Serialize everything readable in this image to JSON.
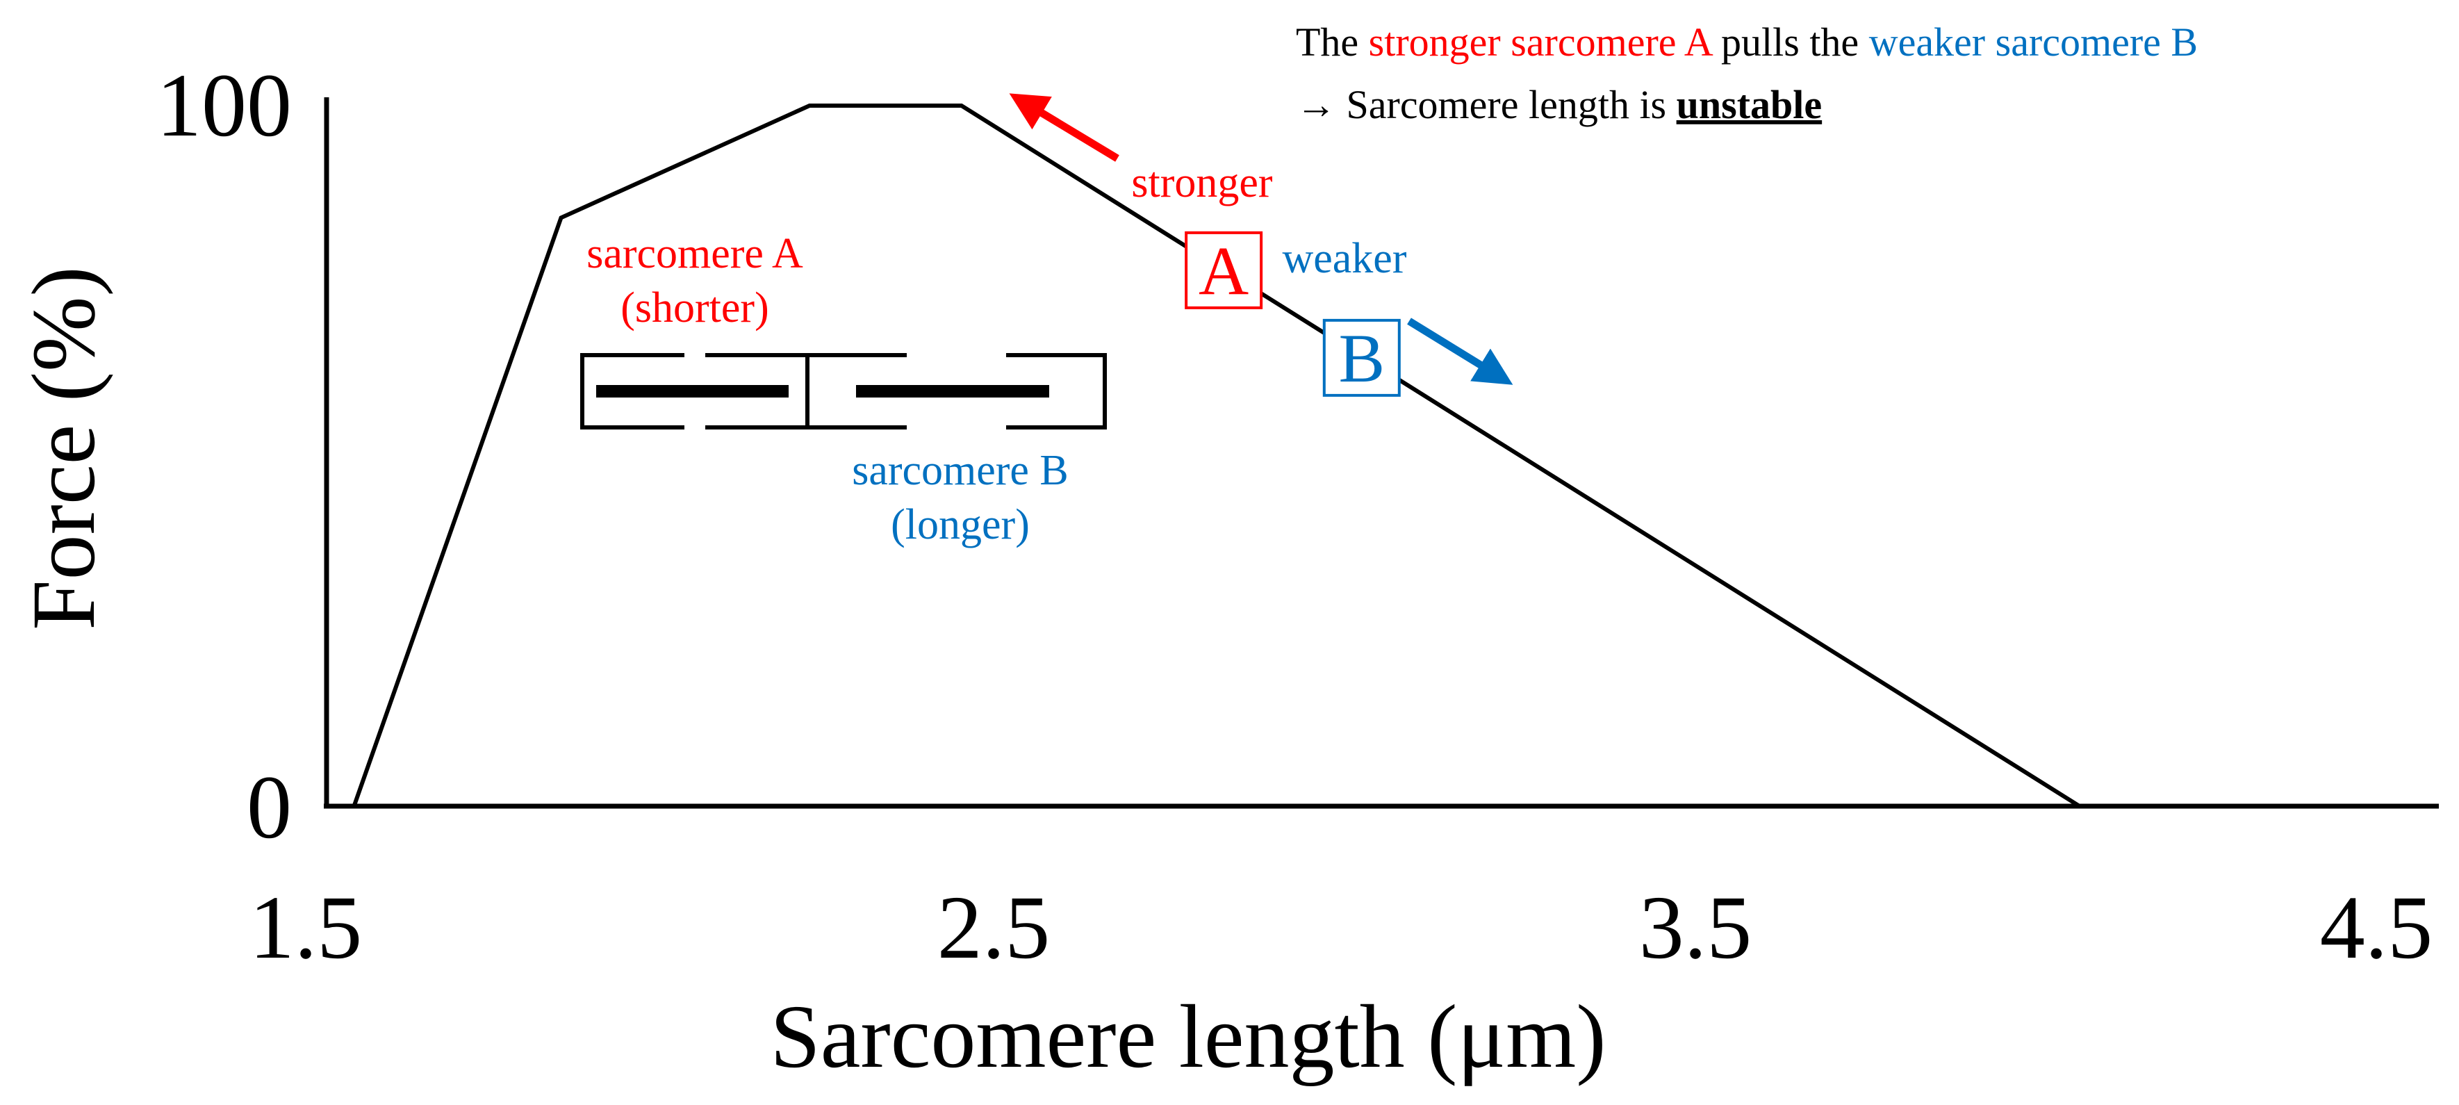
{
  "chart_data": {
    "type": "line",
    "title": "",
    "xlabel": "Sarcomere length (μm)",
    "ylabel": "Force (%)",
    "xlim": [
      1.5,
      4.5
    ],
    "ylim": [
      0,
      100
    ],
    "x_ticks": [
      "1.5",
      "2.5",
      "3.5",
      "4.5"
    ],
    "y_ticks": [
      "0",
      "100"
    ],
    "grid": false,
    "series": [
      {
        "x": [
          1.57,
          1.87,
          2.23,
          2.45,
          4.07
        ],
        "y": [
          0,
          84,
          100,
          100,
          0
        ]
      }
    ],
    "markers": [
      {
        "label": "A",
        "x": 2.83,
        "y": 76.5,
        "color": "#ff0000"
      },
      {
        "label": "B",
        "x": 3.03,
        "y": 64.0,
        "color": "#0070c0"
      }
    ],
    "annotations": {
      "stronger": "stronger",
      "weaker": "weaker",
      "sarcomere_a": "sarcomere A",
      "sarcomere_a_note": "(shorter)",
      "sarcomere_b": "sarcomere B",
      "sarcomere_b_note": "(longer)"
    },
    "caption": {
      "l1_part1": "The ",
      "l1_part2": "stronger sarcomere A",
      "l1_part3": " pulls the ",
      "l1_part4": "weaker sarcomere B",
      "l2_part1": "→ Sarcomere length is ",
      "l2_part2": "unstable"
    }
  },
  "colors": {
    "red": "#ff0000",
    "blue": "#0070c0",
    "line": "#000000"
  }
}
